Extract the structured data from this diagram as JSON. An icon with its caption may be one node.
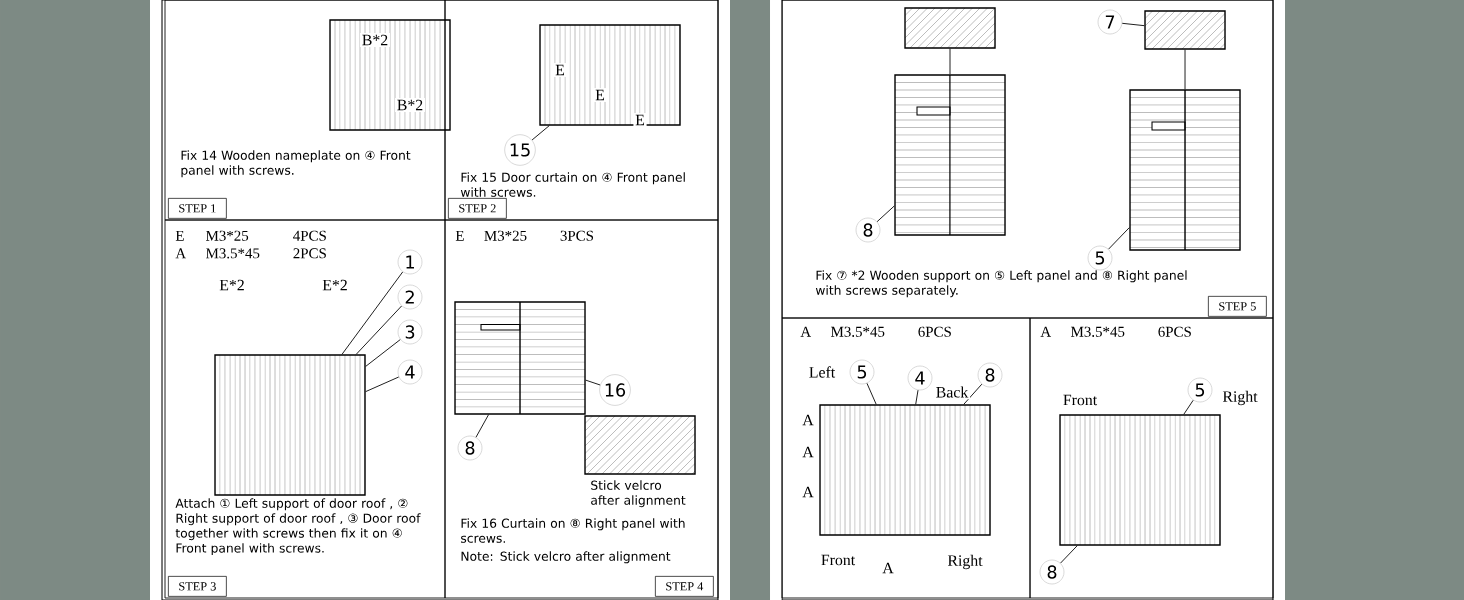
{
  "diagram": {
    "nodes": [
      {
        "text": [
          "Fix 14 Wooden nameplate on ④ Front panel with screws.",
          "STEP 1"
        ]
      },
      {
        "text": [],
        "shape": "picture",
        "in": 0
      },
      {
        "text": [
          "Fix 15 Door curtain on ④ Front panel with screws.",
          "STEP 2"
        ]
      },
      {
        "text": [],
        "shape": "picture",
        "in": 2
      },
      {
        "text": [
          "15"
        ],
        "in": 2
      },
      {
        "text": [
          "E",
          "M3*25",
          "4PCS",
          "A",
          "M3.5*45",
          "2PCS",
          "Attach ① Left support of door roof , ② Right support of door roof , ③ Door roof together with screws then fix it on ④ Front panel with screws.",
          "STEP 3"
        ]
      },
      {
        "text": [],
        "shape": "picture",
        "in": 5
      },
      {
        "text": [
          "1"
        ],
        "in": 5
      },
      {
        "text": [
          "2"
        ],
        "in": 5
      },
      {
        "text": [
          "3"
        ],
        "in": 5
      },
      {
        "text": [
          "4"
        ],
        "in": 5
      },
      {
        "text": [
          "E",
          "M3*25",
          "3PCS",
          "Fix 16 Curtain on ⑧ Right panel with screws.",
          "Note: Stick velcro after alignment",
          "STEP 4"
        ]
      },
      {
        "text": [],
        "shape": "picture",
        "in": 11
      },
      {
        "text": [
          "8"
        ],
        "in": 11
      },
      {
        "text": [
          "16"
        ],
        "in": 11
      },
      {
        "text": [],
        "shape": "picture",
        "in": 11,
        "beside": [
          "Stick velcro after alignment"
        ]
      },
      {
        "text": [
          "Fix ⑦ *2 Wooden support on ⑤ Left panel and ⑧ Right panel with screws separately.",
          "STEP 5"
        ]
      },
      {
        "text": [],
        "shape": "picture",
        "in": 16
      },
      {
        "text": [],
        "shape": "picture",
        "in": 16
      },
      {
        "text": [],
        "shape": "picture",
        "in": 16
      },
      {
        "text": [],
        "shape": "picture",
        "in": 16
      },
      {
        "text": [
          "8"
        ],
        "in": 16
      },
      {
        "text": [
          "7"
        ],
        "in": 16
      },
      {
        "text": [
          "5"
        ],
        "in": 16
      },
      {
        "text": [
          "A",
          "M3.5*45",
          "6PCS"
        ]
      },
      {
        "text": [],
        "shape": "picture",
        "in": 24
      },
      {
        "text": [
          "5"
        ],
        "in": 24
      },
      {
        "text": [
          "4"
        ],
        "in": 24
      },
      {
        "text": [
          "8"
        ],
        "in": 24
      },
      {
        "text": [
          "A",
          "M3.5*45",
          "6PCS"
        ]
      },
      {
        "text": [],
        "shape": "picture",
        "in": 29
      },
      {
        "text": [
          "5"
        ],
        "in": 29
      },
      {
        "text": [
          "8"
        ],
        "in": 29
      }
    ],
    "edges": [
      {
        "from": 4,
        "to": 3,
        "arrow": "none"
      },
      {
        "from": 7,
        "to": 6,
        "arrow": "none"
      },
      {
        "from": 8,
        "to": 6,
        "arrow": "none"
      },
      {
        "from": 9,
        "to": 6,
        "arrow": "none"
      },
      {
        "from": 10,
        "to": 6,
        "arrow": "none"
      },
      {
        "from": 13,
        "to": 12,
        "arrow": "none"
      },
      {
        "from": 14,
        "to": 12,
        "arrow": "none"
      },
      {
        "from": 21,
        "to": 17,
        "arrow": "none"
      },
      {
        "from": 22,
        "to": 20,
        "arrow": "none"
      },
      {
        "from": 23,
        "to": 19,
        "arrow": "none"
      },
      {
        "from": 18,
        "to": 17,
        "arrow": "none"
      },
      {
        "from": 20,
        "to": 19,
        "arrow": "none"
      },
      {
        "from": 26,
        "to": 25,
        "arrow": "none"
      },
      {
        "from": 27,
        "to": 25,
        "arrow": "none"
      },
      {
        "from": 28,
        "to": 25,
        "arrow": "none"
      },
      {
        "from": 31,
        "to": 30,
        "arrow": "none"
      },
      {
        "from": 32,
        "to": 30,
        "arrow": "none"
      }
    ],
    "labels": [
      "B*2",
      "B*2",
      "E",
      "E",
      "E",
      "E*2",
      "E*2",
      "Left",
      "Back",
      "Front",
      "Right",
      "A",
      "A",
      "A",
      "A",
      "Front",
      "Right"
    ]
  }
}
